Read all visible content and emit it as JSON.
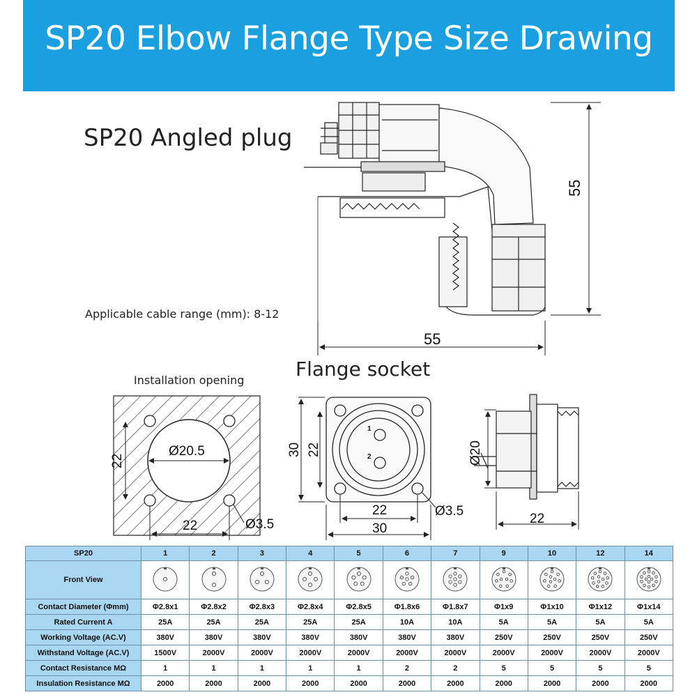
{
  "header": {
    "title": "SP20 Elbow Flange Type Size Drawing"
  },
  "plug": {
    "title": "SP20 Angled plug",
    "cable_range": "Applicable cable range (mm): 8-12",
    "dim_height": "55",
    "dim_width": "55"
  },
  "installation": {
    "title": "Installation opening",
    "dim_circle": "Ø20.5",
    "dim_vertical": "22",
    "dim_horizontal": "22",
    "dim_hole": "Ø3.5"
  },
  "socket": {
    "title": "Flange socket",
    "dim_outer_v": "30",
    "dim_inner_v": "22",
    "dim_inner_h": "22",
    "dim_outer_h": "30",
    "dim_hole": "Ø3.5",
    "pin_1": "1",
    "pin_2": "2",
    "side_dia": "Ø20",
    "side_len": "22"
  },
  "table": {
    "row_headers": [
      "SP20",
      "Front View",
      "Contact Diameter (Φmm)",
      "Rated Current A",
      "Working Voltage (AC.V)",
      "Withstand Voltage (AC.V)",
      "Contact Resistance MΩ",
      "Insulation Resistance MΩ"
    ],
    "columns": [
      "1",
      "2",
      "3",
      "4",
      "5",
      "6",
      "7",
      "9",
      "10",
      "12",
      "14"
    ],
    "contact_diameter": [
      "Φ2.8x1",
      "Φ2.8x2",
      "Φ2.8x3",
      "Φ2.8x4",
      "Φ2.8x5",
      "Φ1.8x6",
      "Φ1.8x7",
      "Φ1x9",
      "Φ1x10",
      "Φ1x12",
      "Φ1x14"
    ],
    "rated_current": [
      "25A",
      "25A",
      "25A",
      "25A",
      "25A",
      "10A",
      "10A",
      "5A",
      "5A",
      "5A",
      "5A"
    ],
    "working_voltage": [
      "380V",
      "380V",
      "380V",
      "380V",
      "380V",
      "380V",
      "380V",
      "250V",
      "250V",
      "250V",
      "250V"
    ],
    "withstand_voltage": [
      "1500V",
      "2000V",
      "2000V",
      "2000V",
      "2000V",
      "2000V",
      "2000V",
      "2000V",
      "2000V",
      "2000V",
      "2000V"
    ],
    "contact_resistance": [
      "1",
      "1",
      "1",
      "1",
      "1",
      "2",
      "2",
      "5",
      "5",
      "5",
      "5"
    ],
    "insulation_resistance": [
      "2000",
      "2000",
      "2000",
      "2000",
      "2000",
      "2000",
      "2000",
      "2000",
      "2000",
      "2000",
      "2000"
    ]
  }
}
